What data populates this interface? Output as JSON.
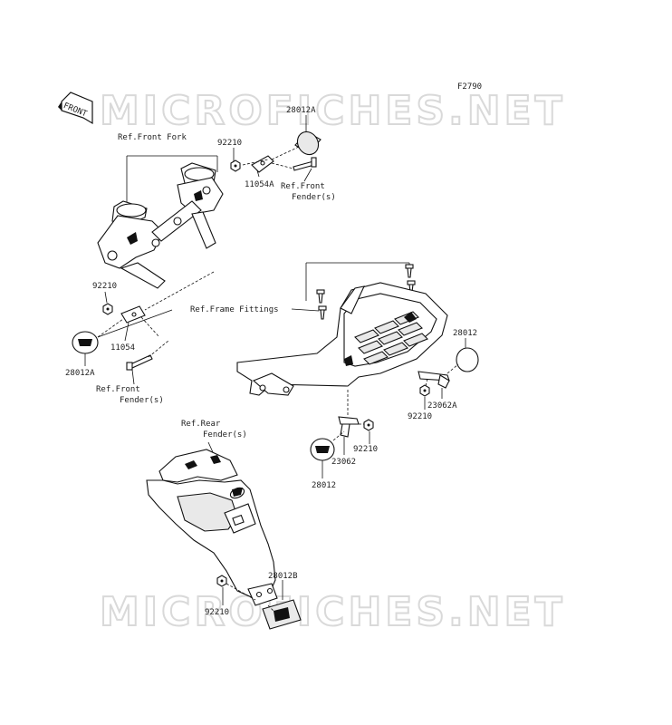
{
  "figure_code": "F2790",
  "watermark": "MICROFICHES.NET",
  "front_badge": "FRONT",
  "colors": {
    "line": "#111111",
    "watermark": "#d9d9d9",
    "background": "#ffffff"
  },
  "labels": {
    "p28012A_top": "28012A",
    "ref_front_fork": "Ref.Front Fork",
    "p92210_top": "92210",
    "p11054A": "11054A",
    "ref_front_fender_top_1": "Ref.Front",
    "ref_front_fender_top_2": "Fender(s)",
    "p92210_left": "92210",
    "p11054": "11054",
    "p28012A_left": "28012A",
    "ref_front_fender_left_1": "Ref.Front",
    "ref_front_fender_left_2": "Fender(s)",
    "ref_frame_fittings": "Ref.Frame Fittings",
    "p28012_right": "28012",
    "p23062A": "23062A",
    "p92210_right": "92210",
    "p92210_center": "92210",
    "p23062": "23062",
    "p28012_center": "28012",
    "ref_rear_fender_1": "Ref.Rear",
    "ref_rear_fender_2": "Fender(s)",
    "p28012B": "28012B",
    "p92210_bottom": "92210"
  }
}
